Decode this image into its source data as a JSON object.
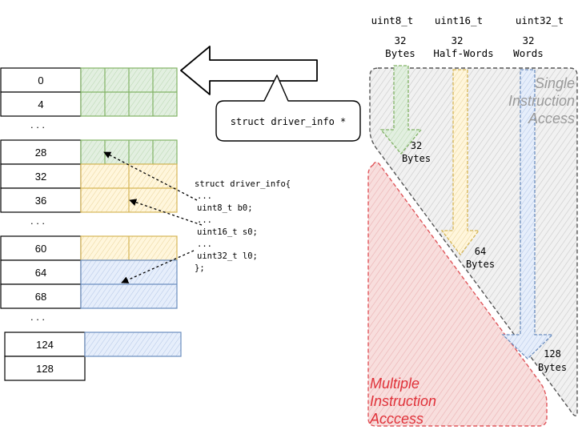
{
  "memory": {
    "addresses": [
      "0",
      "4",
      "28",
      "32",
      "36",
      "60",
      "64",
      "68",
      "124",
      "128"
    ],
    "ellipsis": ". . ."
  },
  "pointer": {
    "label": "struct driver_info *"
  },
  "code": {
    "lines": [
      "struct driver_info{",
      " ...",
      " uint8_t b0;",
      " ...",
      " uint16_t s0;",
      " ...",
      " uint32_t l0;",
      "};"
    ]
  },
  "types": {
    "uint8": {
      "name": "uint8_t",
      "count": "32",
      "unit": "Bytes",
      "size_num": "32",
      "size_unit": "Bytes"
    },
    "uint16": {
      "name": "uint16_t",
      "count": "32",
      "unit": "Half-Words",
      "size_num": "64",
      "size_unit": "Bytes"
    },
    "uint32": {
      "name": "uint32_t",
      "count": "32",
      "unit": "Words",
      "size_num": "128",
      "size_unit": "Bytes"
    }
  },
  "regions": {
    "single": [
      "Single",
      "Instruction",
      "Access"
    ],
    "multiple": [
      "Multiple",
      "Instruction",
      "Acccess"
    ]
  },
  "colors": {
    "green": "#82b366",
    "green_fill": "#d5e8d4",
    "yellow": "#d6b656",
    "yellow_fill": "#fff2cc",
    "blue": "#6c8ebf",
    "blue_fill": "#dae8fc",
    "red": "#e0565b",
    "red_fill": "#f8cecc",
    "gray": "#666666",
    "gray_fill": "#e6e6e6"
  }
}
